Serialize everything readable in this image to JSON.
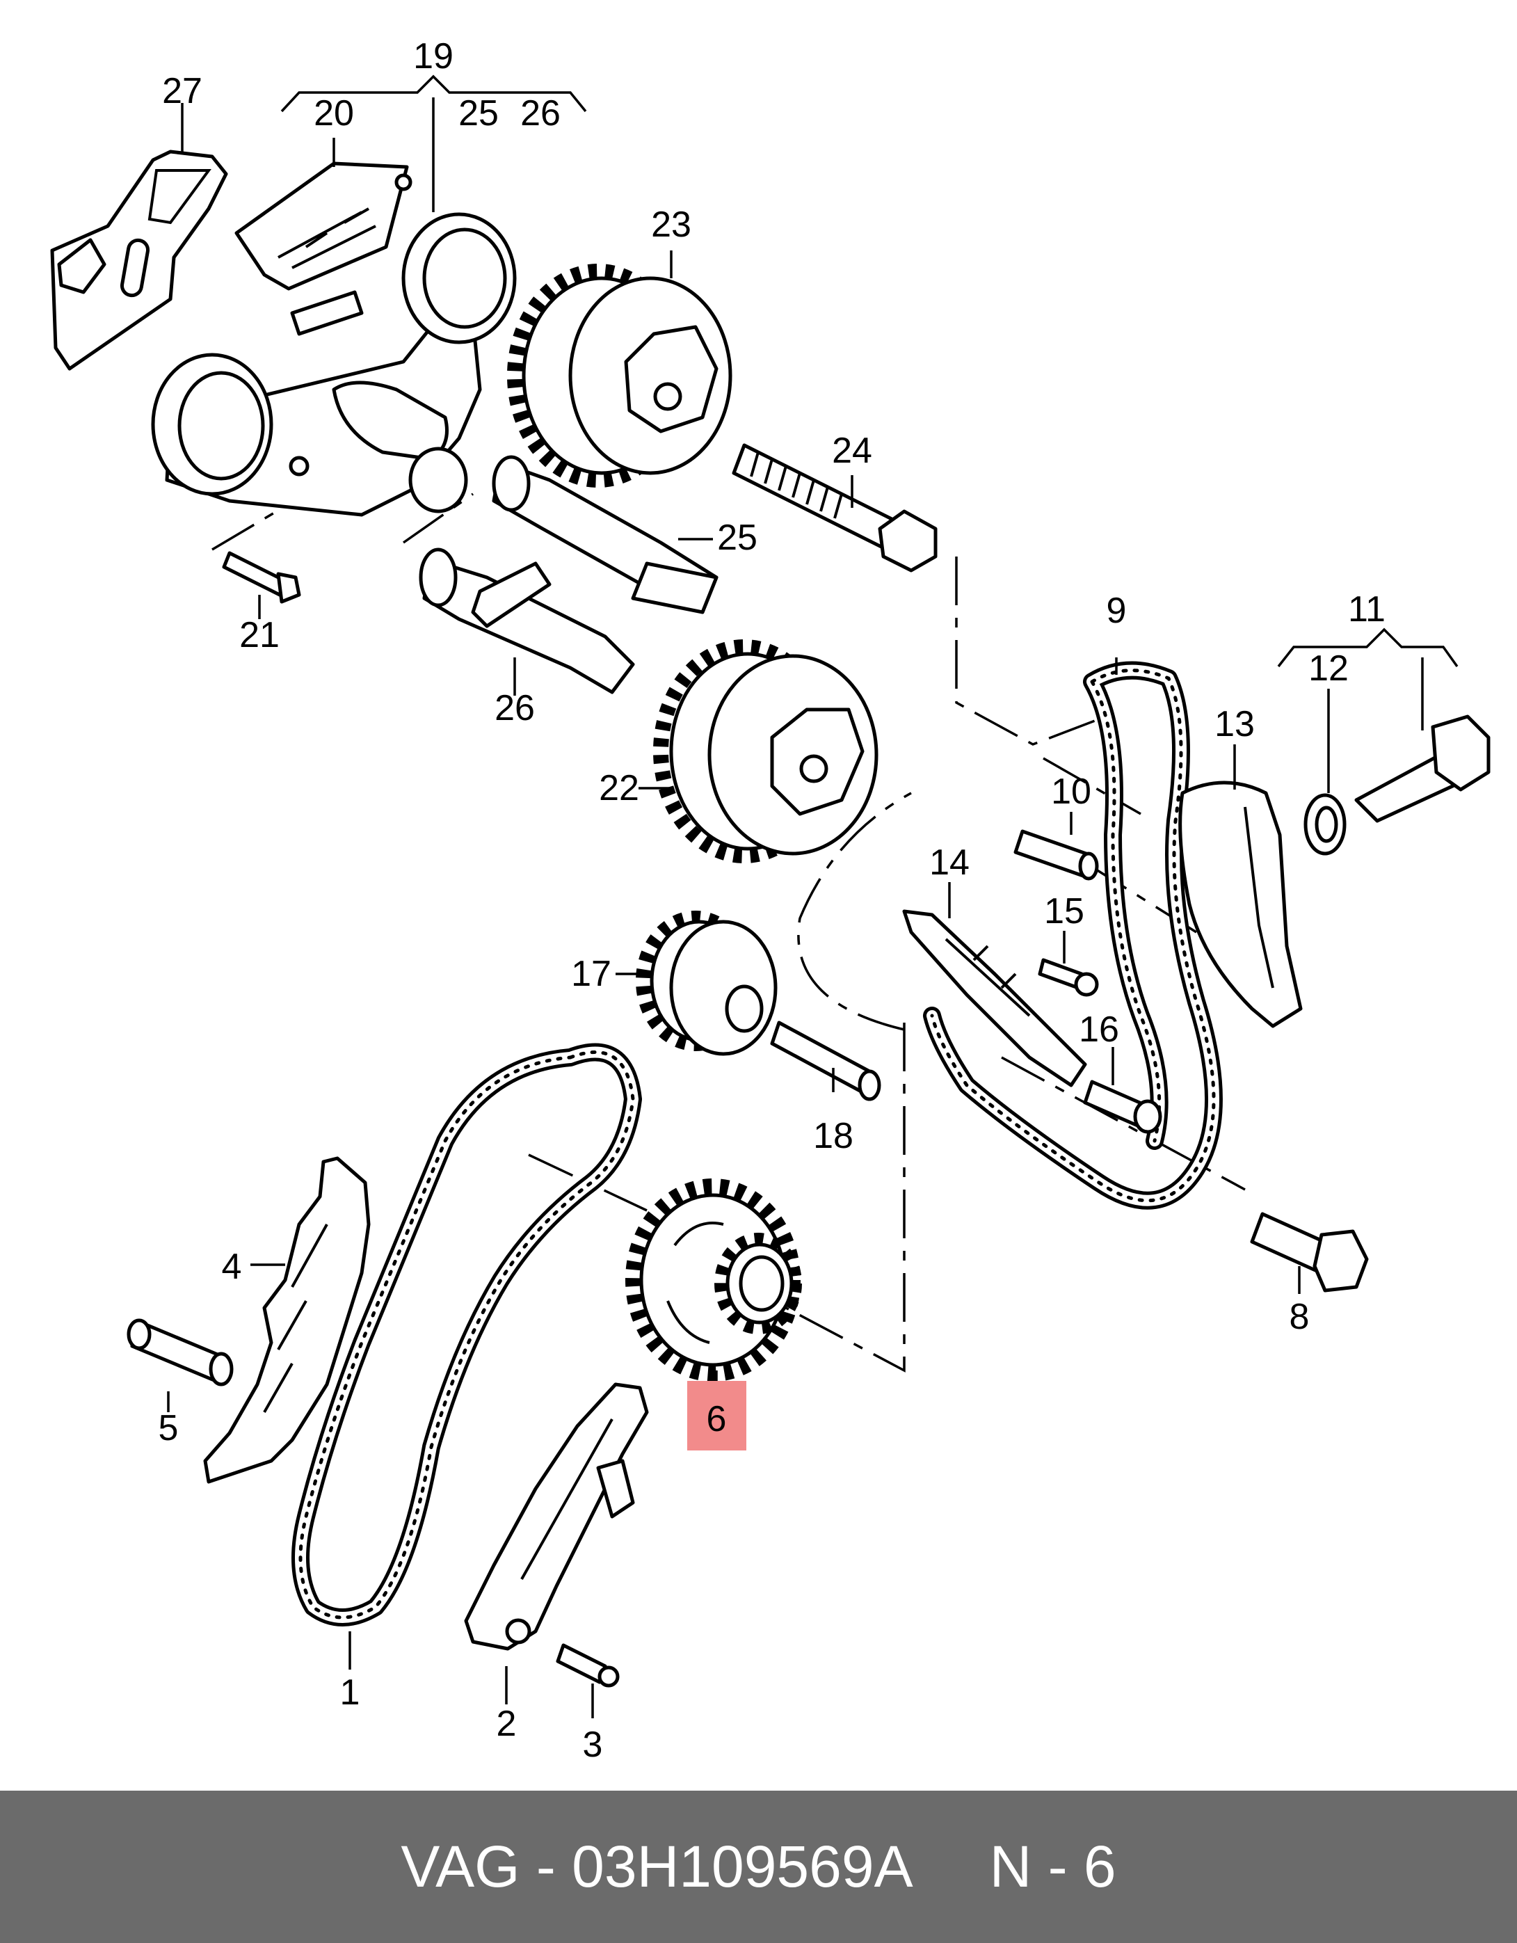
{
  "callouts": [
    "1",
    "2",
    "3",
    "4",
    "5",
    "6",
    "8",
    "9",
    "10",
    "11",
    "12",
    "13",
    "14",
    "15",
    "16",
    "17",
    "18",
    "19",
    "20",
    "21",
    "22",
    "23",
    "24",
    "25",
    "25",
    "26",
    "26",
    "27"
  ],
  "highlight": {
    "label": "6",
    "color": "#f28b8b"
  },
  "footer": {
    "part": "VAG - 03H109569A",
    "position": "N - 6",
    "background": "#6b6b6b"
  }
}
